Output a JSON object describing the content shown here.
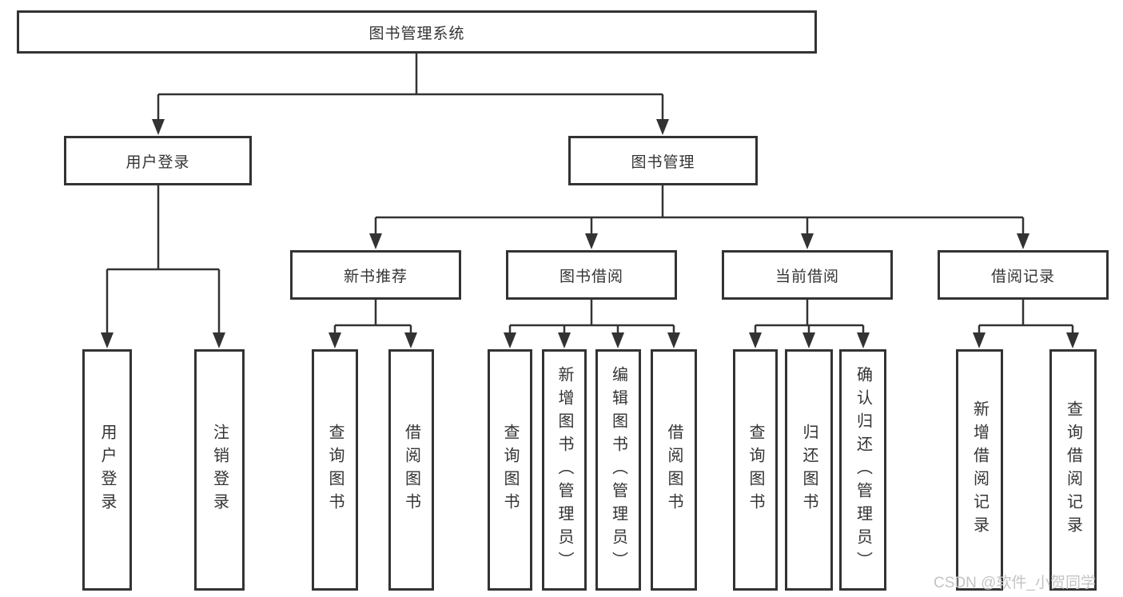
{
  "nodes": {
    "root": {
      "label": "图书管理系统"
    },
    "user_login": {
      "label": "用户登录"
    },
    "book_management": {
      "label": "图书管理"
    },
    "new_book_recommend": {
      "label": "新书推荐"
    },
    "book_borrow": {
      "label": "图书借阅"
    },
    "current_borrow": {
      "label": "当前借阅"
    },
    "borrow_records": {
      "label": "借阅记录"
    },
    "leaf_user_login": {
      "label": "用户登录"
    },
    "leaf_logout": {
      "label": "注销登录"
    },
    "leaf_nbr_query_books": {
      "label": "查询图书"
    },
    "leaf_nbr_borrow_books": {
      "label": "借阅图书"
    },
    "leaf_bb_query_books": {
      "label": "查询图书"
    },
    "leaf_bb_add_books": {
      "label": "新增图书（管理员）"
    },
    "leaf_bb_edit_books": {
      "label": "编辑图书（管理员）"
    },
    "leaf_bb_borrow_books": {
      "label": "借阅图书"
    },
    "leaf_cb_query_books": {
      "label": "查询图书"
    },
    "leaf_cb_return_books": {
      "label": "归还图书"
    },
    "leaf_cb_confirm_return": {
      "label": "确认归还（管理员）"
    },
    "leaf_br_add_record": {
      "label": "新增借阅记录"
    },
    "leaf_br_query_record": {
      "label": "查询借阅记录"
    }
  },
  "watermark": "CSDN @软件_小贺同学",
  "colors": {
    "line": "#333333",
    "text": "#333333",
    "watermark": "#c4c4c4",
    "background": "#ffffff"
  }
}
